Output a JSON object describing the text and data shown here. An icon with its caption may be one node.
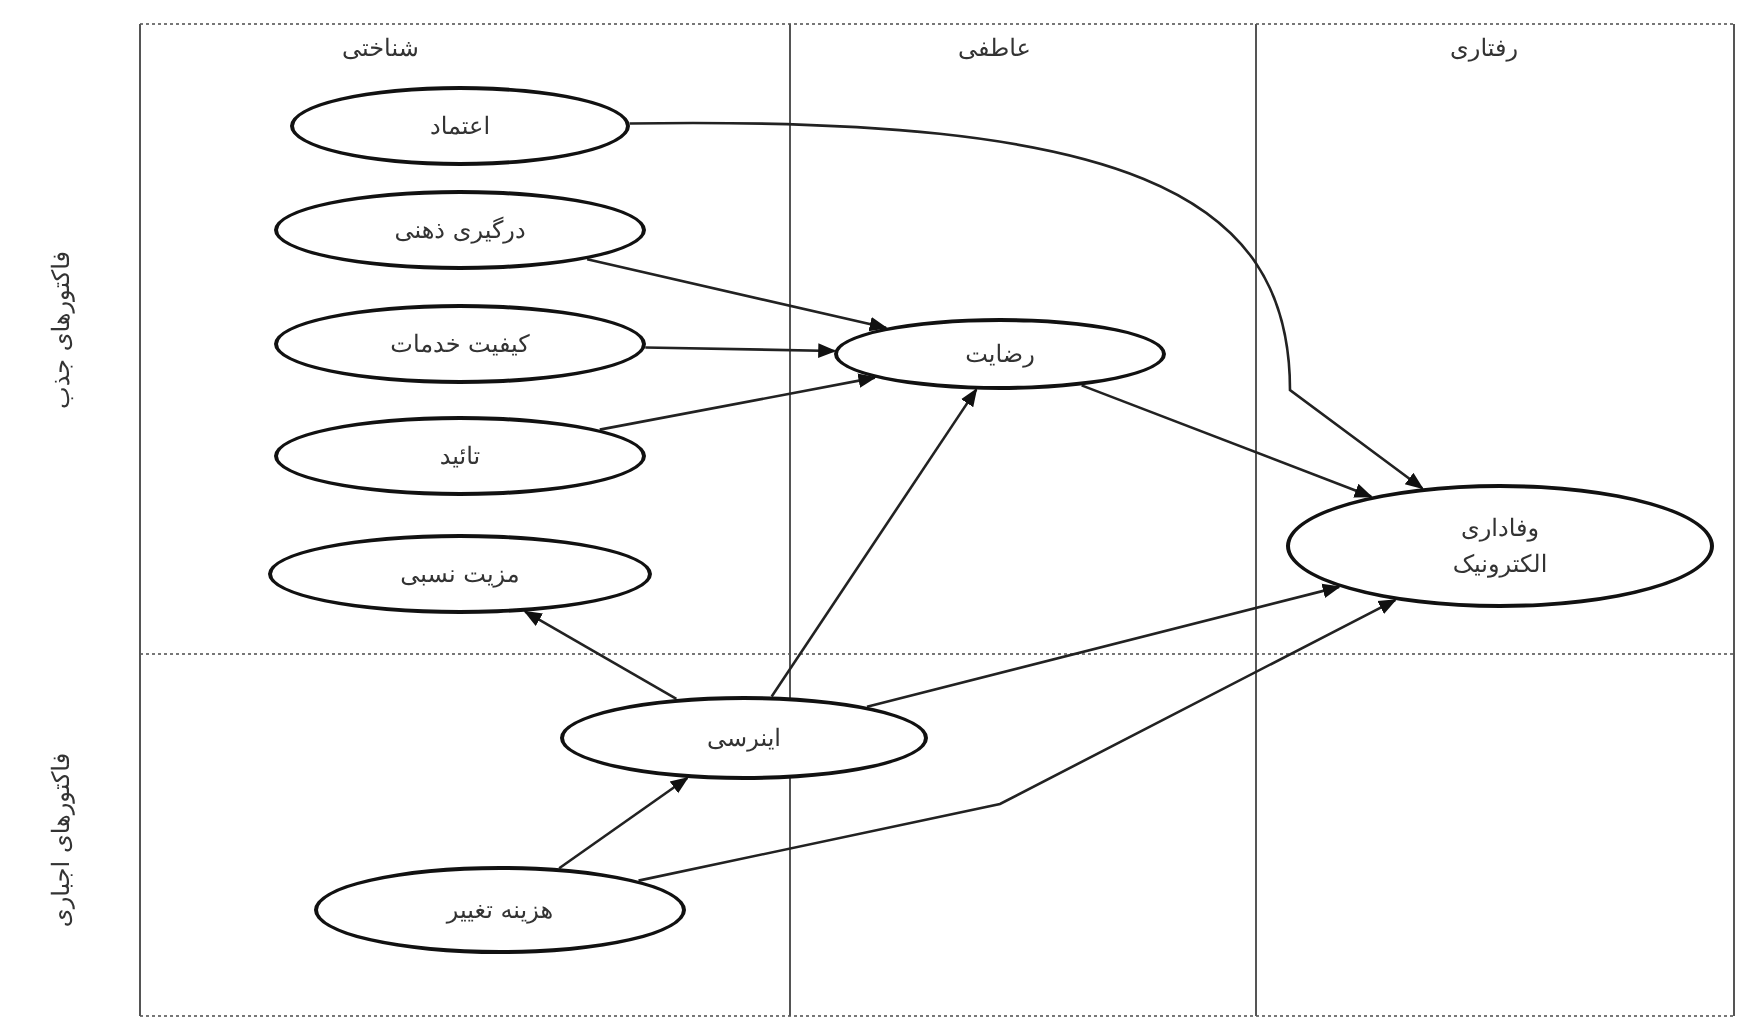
{
  "diagram": {
    "nodes": [
      {
        "text": [
          "اعتماد"
        ]
      },
      {
        "text": [
          "درگیری ذهنی"
        ]
      },
      {
        "text": [
          "کیفیت خدمات"
        ]
      },
      {
        "text": [
          "تائید"
        ]
      },
      {
        "text": [
          "مزیت نسبی"
        ]
      },
      {
        "text": [
          "رضایت"
        ]
      },
      {
        "text": [
          "وفاداری الکترونیک"
        ]
      },
      {
        "text": [
          "اینرسی"
        ]
      },
      {
        "text": [
          "هزینه تغییر"
        ]
      }
    ],
    "edges": [
      {
        "from": 0,
        "to": 6,
        "arrow": "to"
      },
      {
        "from": 1,
        "to": 5,
        "arrow": "to"
      },
      {
        "from": 2,
        "to": 5,
        "arrow": "to"
      },
      {
        "from": 3,
        "to": 5,
        "arrow": "to"
      },
      {
        "from": 5,
        "to": 6,
        "arrow": "to"
      },
      {
        "from": 7,
        "to": 4,
        "arrow": "to"
      },
      {
        "from": 7,
        "to": 5,
        "arrow": "to"
      },
      {
        "from": 7,
        "to": 6,
        "arrow": "to"
      },
      {
        "from": 8,
        "to": 7,
        "arrow": "to"
      },
      {
        "from": 8,
        "to": 6,
        "arrow": "to"
      }
    ],
    "labels": [
      "شناختی",
      "عاطفی",
      "رفتاری",
      "فاکتورهای جذب",
      "فاکتورهای اجباری"
    ]
  }
}
